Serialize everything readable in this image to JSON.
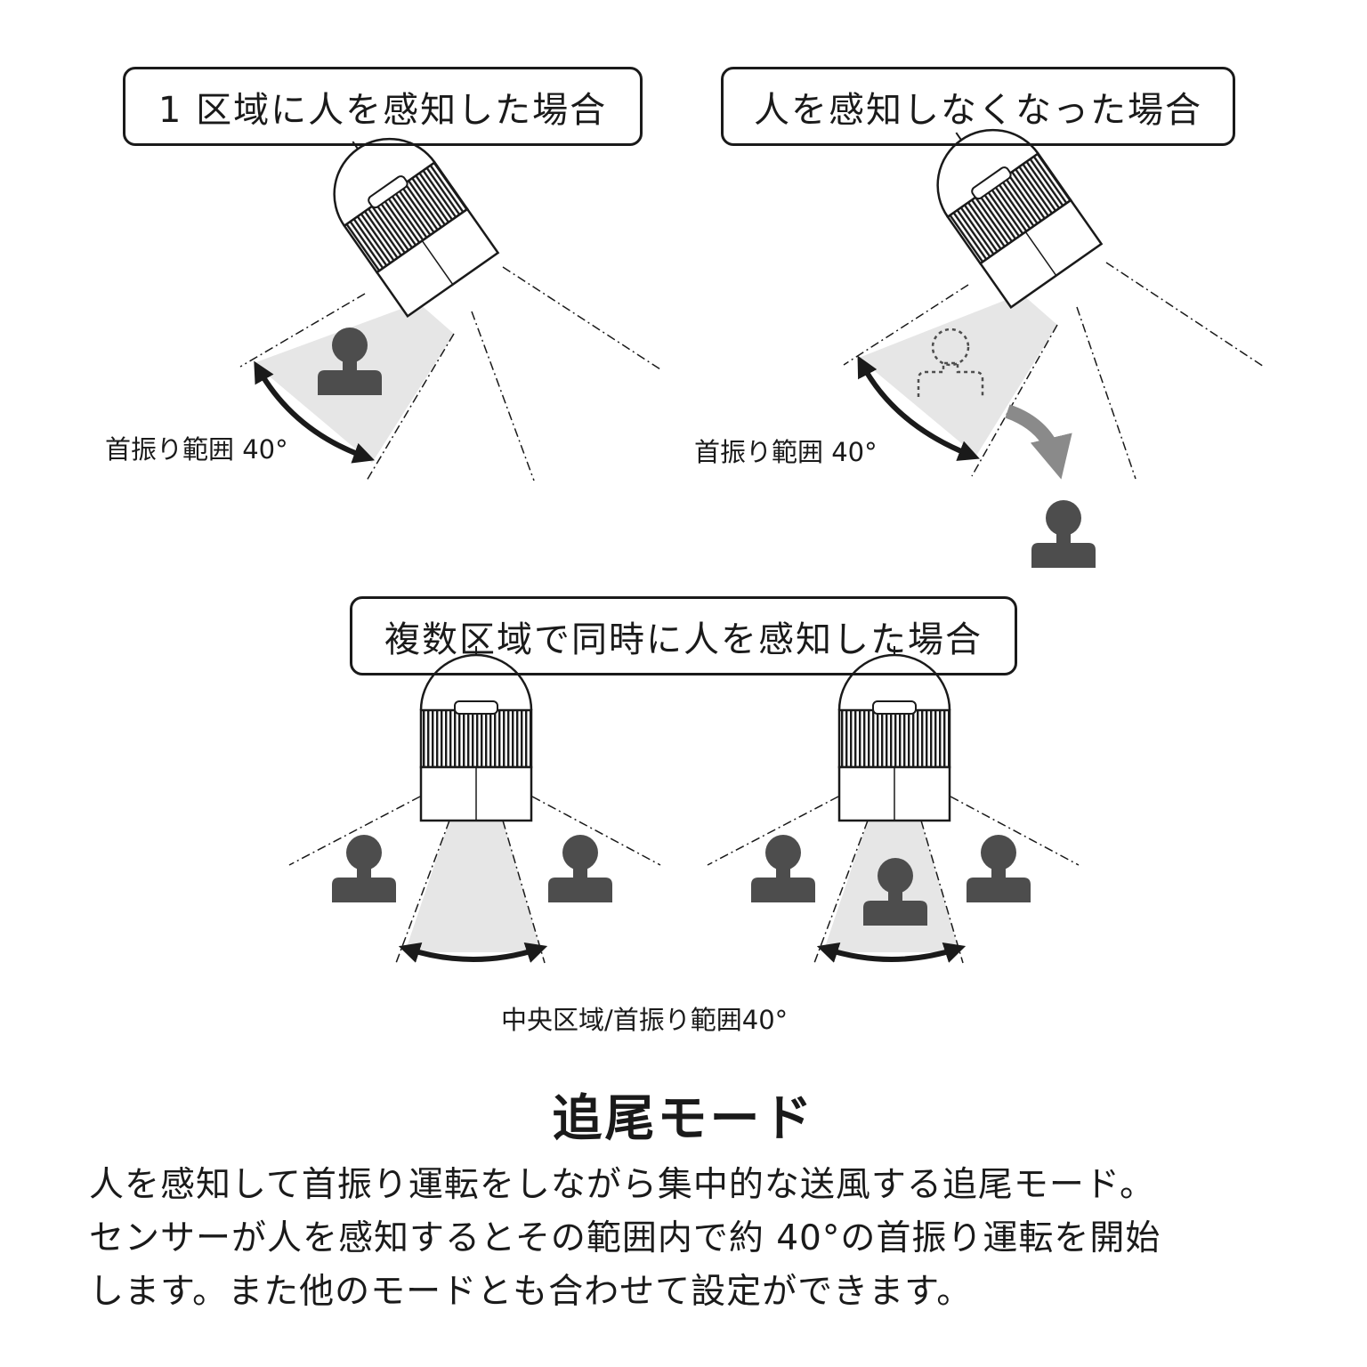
{
  "scenarios": {
    "single": {
      "heading": "1 区域に人を感知した場合",
      "range_label": "首振り範囲 40°"
    },
    "lost": {
      "heading": "人を感知しなくなった場合",
      "range_label": "首振り範囲 40°"
    },
    "multiple": {
      "heading": "複数区域で同時に人を感知した場合",
      "range_label": "中央区域/首振り範囲40°"
    }
  },
  "mode": {
    "title": "追尾モード",
    "description_lines": [
      "人を感知して首振り運転をしながら集中的な送風する追尾モード。",
      "センサーが人を感知するとその範囲内で約 40°の首振り運転を開始",
      "します。また他のモードとも合わせて設定ができます。"
    ]
  },
  "colors": {
    "outline": "#1a1a1a",
    "person": "#4d4d4d",
    "beam": "#e6e6e6",
    "move_arrow": "#8a8a8a"
  },
  "icons": [
    "fan-icon",
    "person-icon",
    "swing-arrow-icon",
    "move-arrow-icon"
  ]
}
